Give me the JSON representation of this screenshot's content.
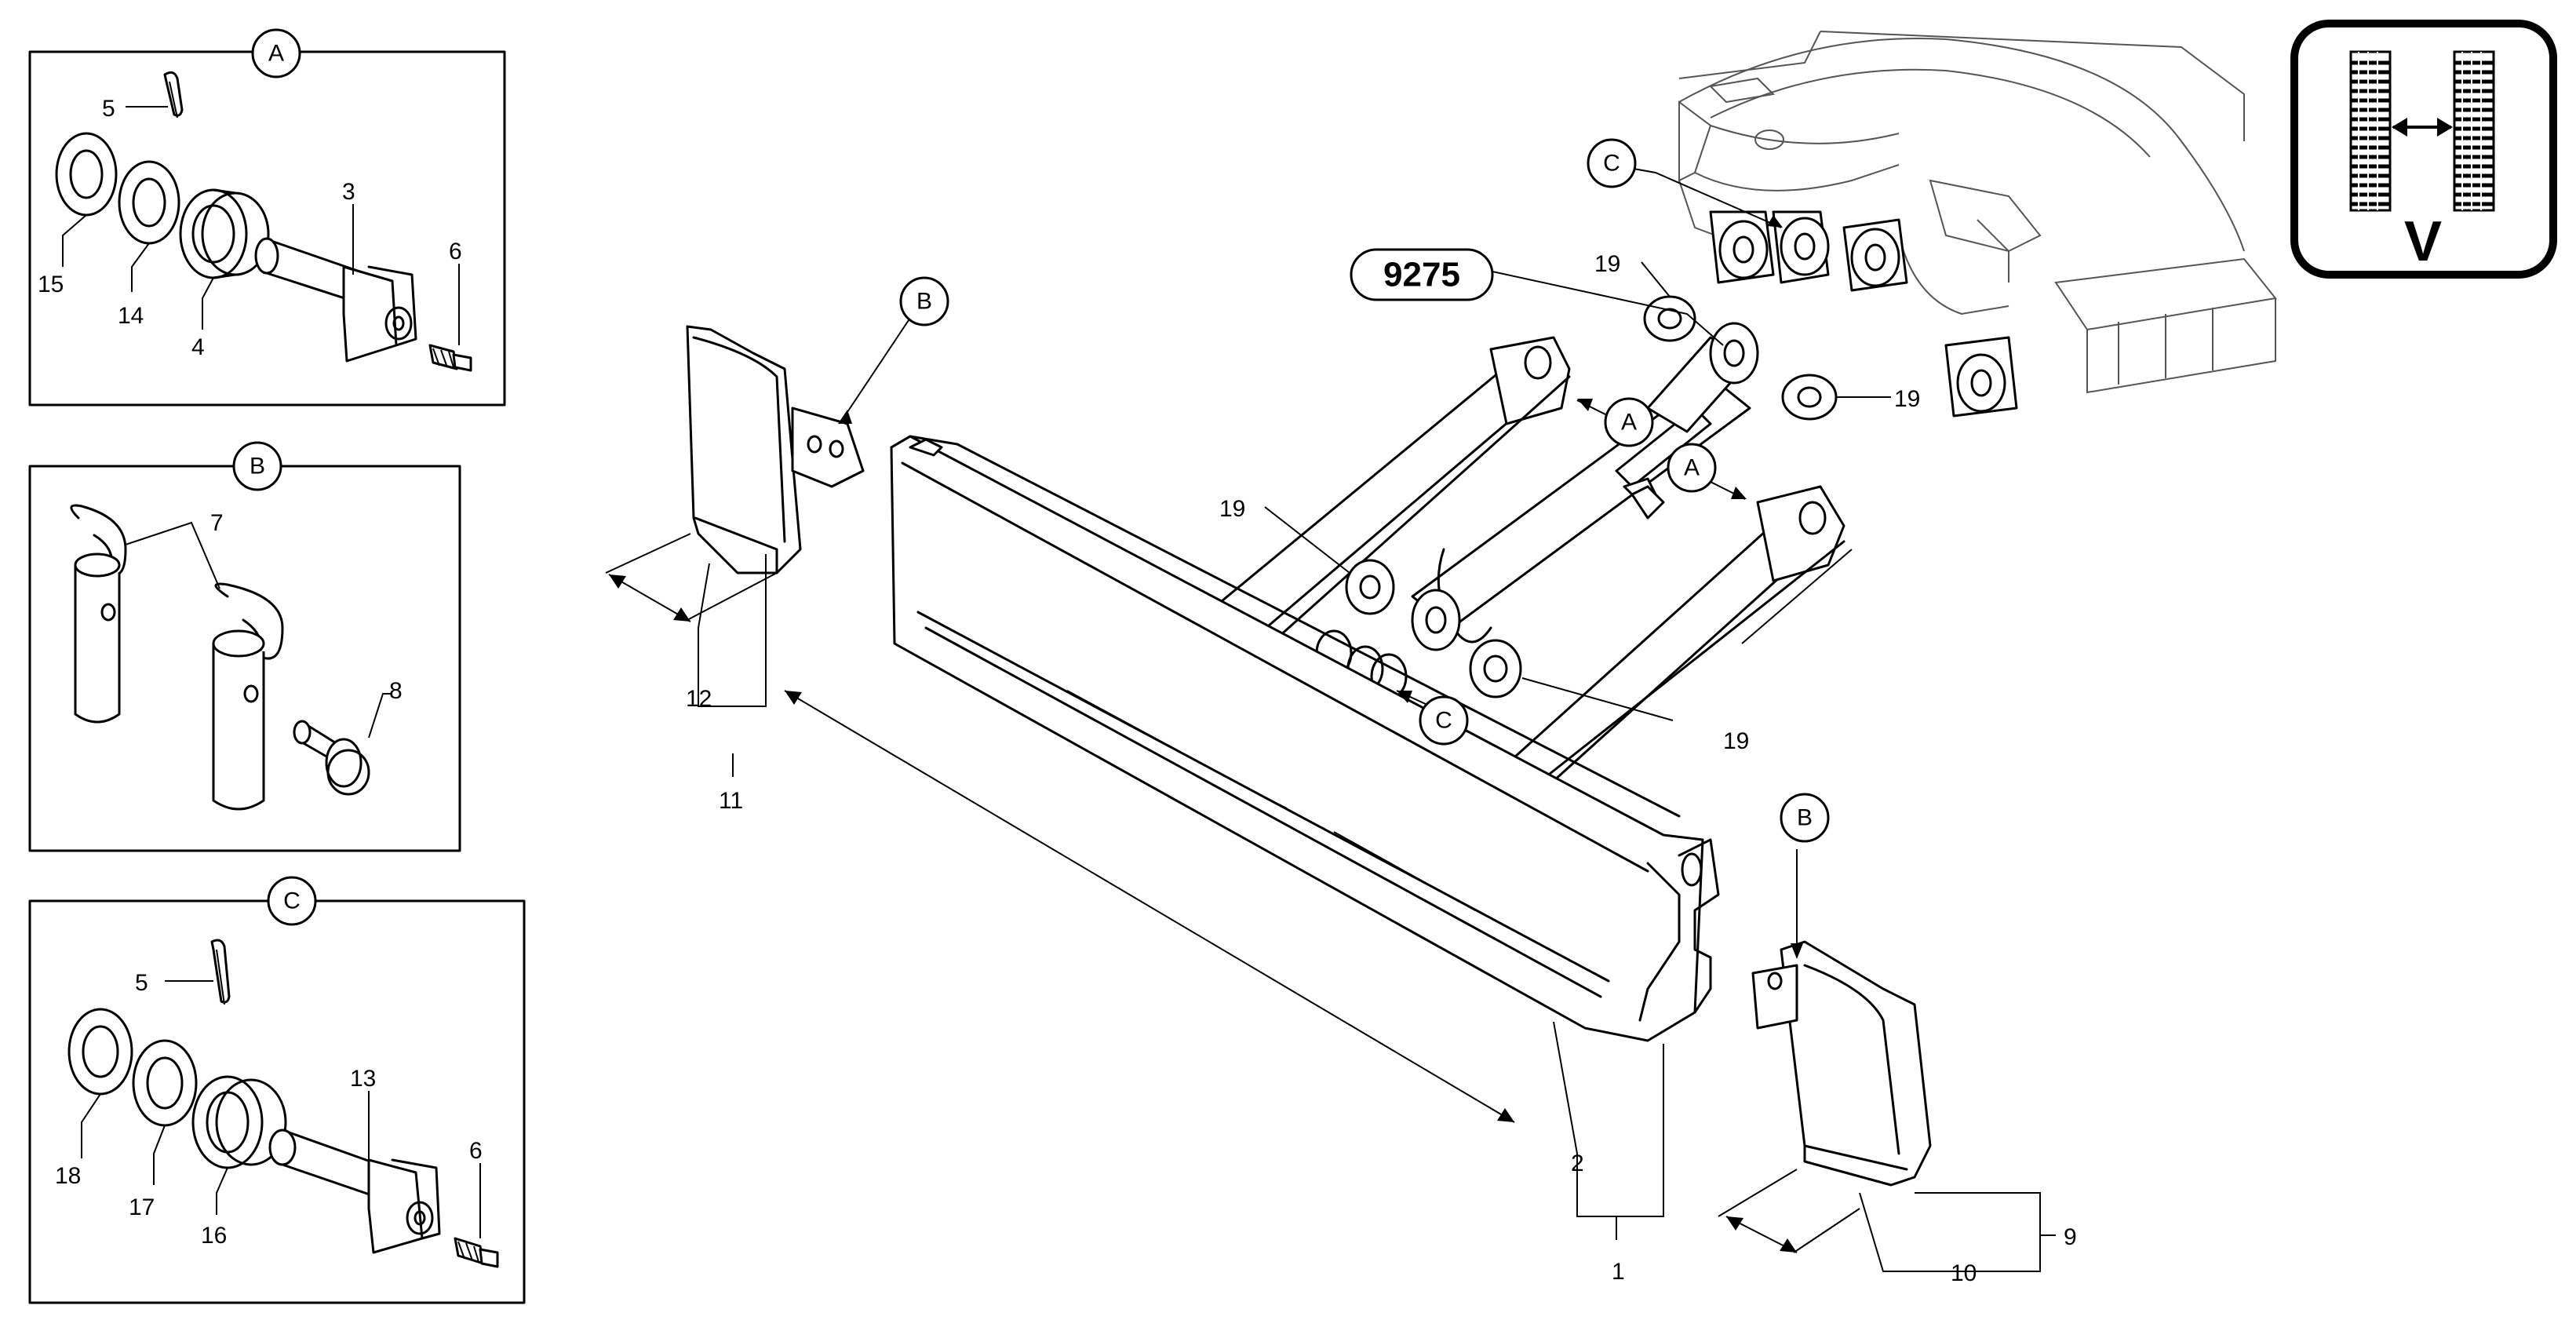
{
  "detail_a": {
    "bubble": "A",
    "callouts": {
      "p5": "5",
      "p3": "3",
      "p6": "6",
      "p15": "15",
      "p14": "14",
      "p4": "4"
    }
  },
  "detail_b": {
    "bubble": "B",
    "callouts": {
      "p7": "7",
      "p8": "8"
    }
  },
  "detail_c": {
    "bubble": "C",
    "callouts": {
      "p5": "5",
      "p13": "13",
      "p6": "6",
      "p18": "18",
      "p17": "17",
      "p16": "16"
    }
  },
  "main": {
    "reference_code": "9275",
    "bubbles": {
      "b_left": "B",
      "b_right": "B",
      "c_top": "C",
      "c_mid": "C",
      "a_1": "A",
      "a_2": "A"
    },
    "callouts": {
      "p19_top": "19",
      "p19_right": "19",
      "p19_left": "19",
      "p19_bottom": "19",
      "p12": "12",
      "p11": "11",
      "p2": "2",
      "p1": "1",
      "p9": "9",
      "p10": "10"
    }
  },
  "logo": {
    "letter": "V",
    "icon": "v-group-logo"
  }
}
